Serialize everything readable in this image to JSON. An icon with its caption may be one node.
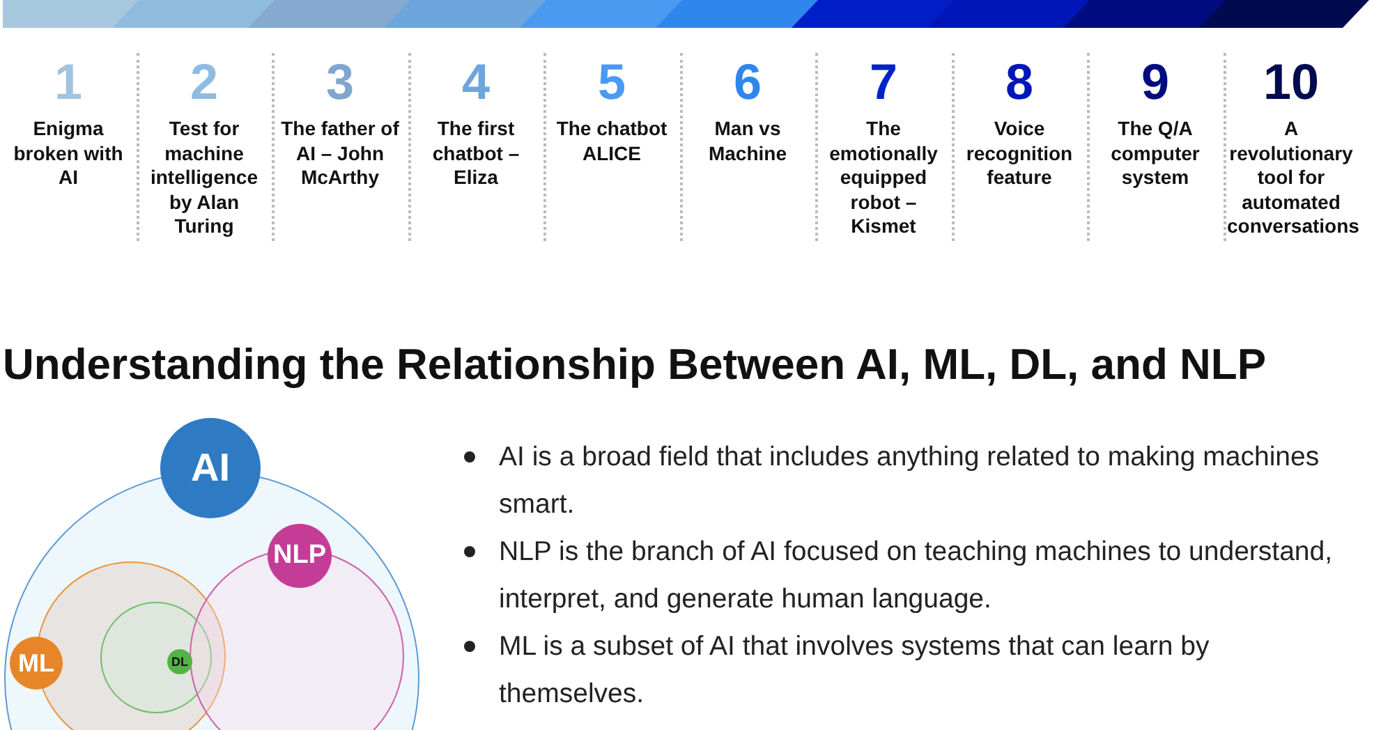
{
  "diagram": {
    "nodes": [
      {
        "text": [
          "AI"
        ]
      },
      {
        "text": [
          "NLP"
        ],
        "in": 0
      },
      {
        "text": [
          "ML"
        ],
        "in": 0
      },
      {
        "text": [
          "DL"
        ],
        "in": 2
      }
    ],
    "edges": [],
    "labels": [
      "1",
      "Enigma broken with AI",
      "2",
      "Test for machine intelligence by Alan Turing",
      "3",
      "The father of AI – John McArthy",
      "4",
      "The first chatbot – Eliza",
      "5",
      "The chatbot ALICE",
      "6",
      "Man vs Machine",
      "7",
      "The emotionally equipped robot – Kismet",
      "8",
      "Voice recognition feature",
      "9",
      "The Q/A computer system",
      "10",
      "A revolutionary tool for automated conversations",
      "Understanding the Relationship Between AI, ML, DL, and NLP",
      "AI is a broad field that includes anything related to making machines smart.",
      "NLP is the branch of AI focused on teaching machines to understand, interpret, and generate human language.",
      "ML is a subset of AI that involves systems that can learn by themselves."
    ]
  }
}
